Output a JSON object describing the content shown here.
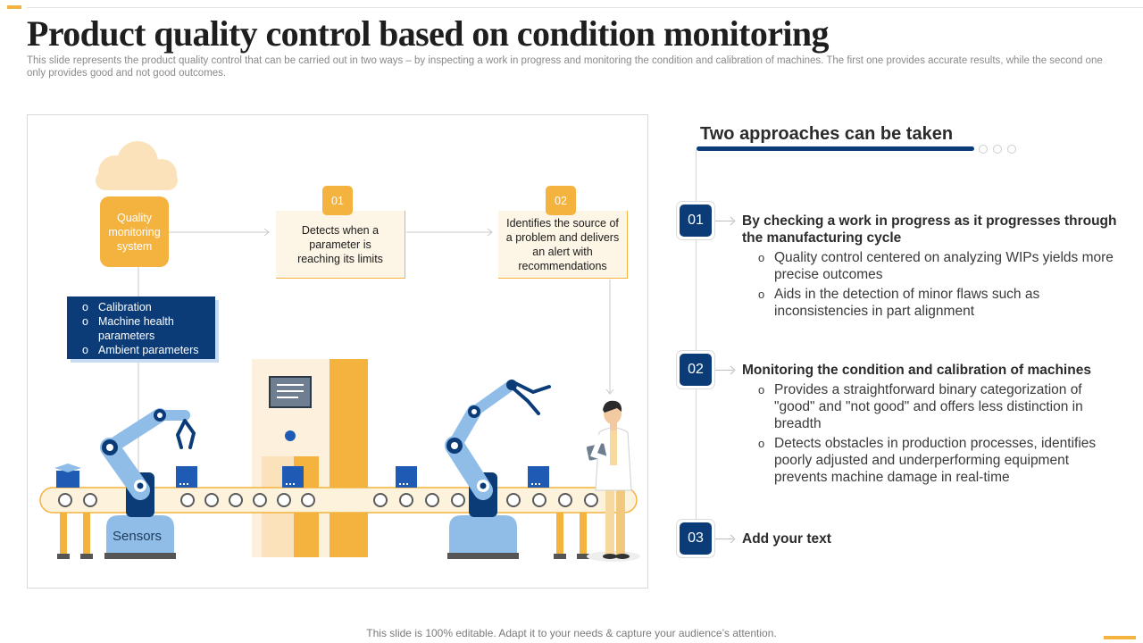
{
  "slide": {
    "title": "Product quality control based on condition monitoring",
    "subtitle": "This slide represents the product quality control that can be carried out in two ways – by inspecting a work in progress and monitoring the condition and calibration of machines. The first one provides accurate results, while the second one only provides good and not good outcomes.",
    "footer": "This slide is 100% editable. Adapt it to your needs & capture your audience’s attention."
  },
  "illustration": {
    "quality_system_label": "Quality monitoring system",
    "steps": [
      {
        "number": "01",
        "text": "Detects when a parameter is reaching its limits"
      },
      {
        "number": "02",
        "text": "Identifies the source of a problem and delivers an alert with recommendations"
      }
    ],
    "parameters": [
      "Calibration",
      "Machine health parameters",
      "Ambient parameters"
    ],
    "sensors_label": "Sensors"
  },
  "approaches": {
    "title": "Two approaches can be taken",
    "items": [
      {
        "number": "01",
        "heading": "By checking a work in progress as it progresses through the manufacturing cycle",
        "bullets": [
          "Quality control centered on analyzing WIPs yields more precise outcomes",
          "Aids in the detection of minor flaws such as inconsistencies in part alignment"
        ]
      },
      {
        "number": "02",
        "heading": "Monitoring the condition and calibration of machines",
        "bullets": [
          "Provides a straightforward binary categorization of \"good\" and \"not good\" and offers less distinction in breadth",
          "Detects obstacles in production processes, identifies poorly adjusted and underperforming equipment prevents machine damage in real-time"
        ]
      },
      {
        "number": "03",
        "heading": "Add your text",
        "bullets": []
      }
    ]
  },
  "colors": {
    "accent_orange": "#f4b23e",
    "navy": "#0b3c78",
    "light_blue": "#8fbde8",
    "cream": "#fdf6e6"
  }
}
